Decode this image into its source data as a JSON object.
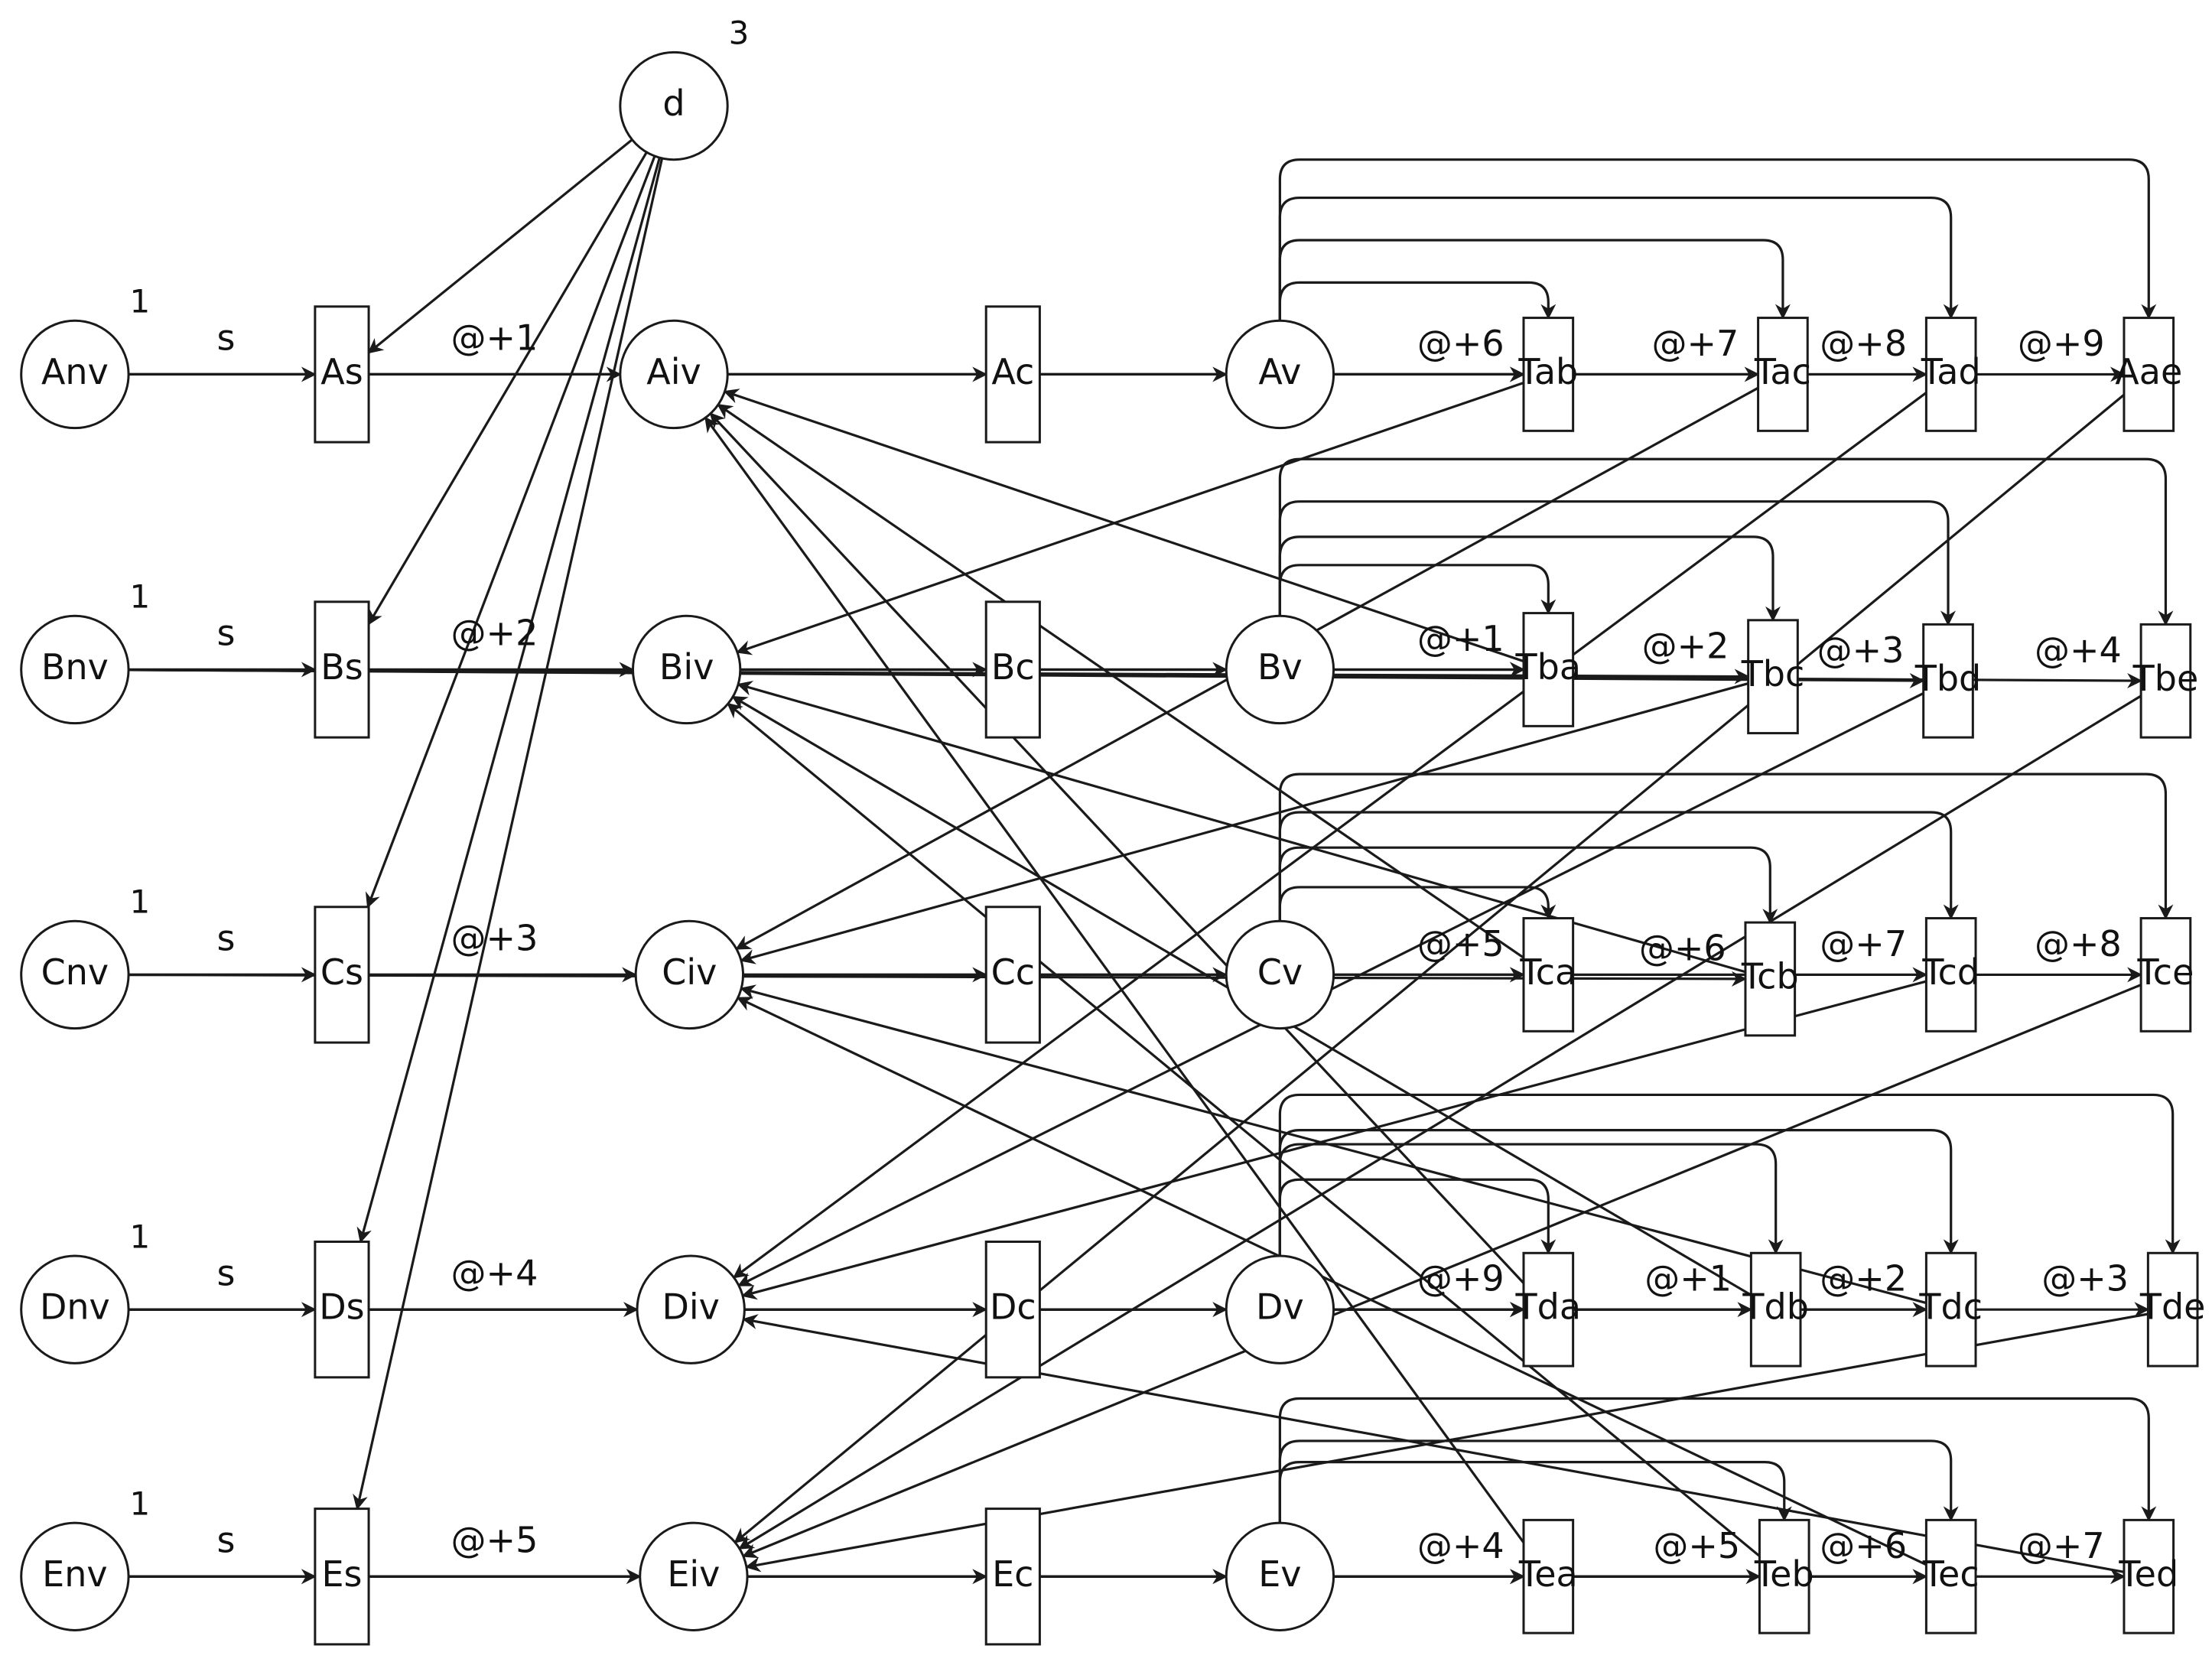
{
  "colors": {
    "line": "#1a1a1a",
    "node_fill": "#ffffff",
    "text": "#111111",
    "background": "#ffffff"
  },
  "places": [
    {
      "id": "d",
      "label": "d",
      "marking": "3"
    },
    {
      "id": "Anv",
      "label": "Anv",
      "marking": "1"
    },
    {
      "id": "Bnv",
      "label": "Bnv",
      "marking": "1"
    },
    {
      "id": "Cnv",
      "label": "Cnv",
      "marking": "1"
    },
    {
      "id": "Dnv",
      "label": "Dnv",
      "marking": "1"
    },
    {
      "id": "Env",
      "label": "Env",
      "marking": "1"
    },
    {
      "id": "Aiv",
      "label": "Aiv"
    },
    {
      "id": "Biv",
      "label": "Biv"
    },
    {
      "id": "Civ",
      "label": "Civ"
    },
    {
      "id": "Div",
      "label": "Div"
    },
    {
      "id": "Eiv",
      "label": "Eiv"
    },
    {
      "id": "Av",
      "label": "Av"
    },
    {
      "id": "Bv",
      "label": "Bv"
    },
    {
      "id": "Cv",
      "label": "Cv"
    },
    {
      "id": "Dv",
      "label": "Dv"
    },
    {
      "id": "Ev",
      "label": "Ev"
    }
  ],
  "transitions": [
    {
      "id": "As",
      "label": "As"
    },
    {
      "id": "Bs",
      "label": "Bs"
    },
    {
      "id": "Cs",
      "label": "Cs"
    },
    {
      "id": "Ds",
      "label": "Ds"
    },
    {
      "id": "Es",
      "label": "Es"
    },
    {
      "id": "Ac",
      "label": "Ac"
    },
    {
      "id": "Bc",
      "label": "Bc"
    },
    {
      "id": "Cc",
      "label": "Cc"
    },
    {
      "id": "Dc",
      "label": "Dc"
    },
    {
      "id": "Ec",
      "label": "Ec"
    },
    {
      "id": "Tab",
      "label": "Tab"
    },
    {
      "id": "Tac",
      "label": "Tac"
    },
    {
      "id": "Tad",
      "label": "Tad"
    },
    {
      "id": "Aae",
      "label": "Aae"
    },
    {
      "id": "Tba",
      "label": "Tba"
    },
    {
      "id": "Tbc",
      "label": "Tbc"
    },
    {
      "id": "Tbd",
      "label": "Tbd"
    },
    {
      "id": "Tbe",
      "label": "Tbe"
    },
    {
      "id": "Tca",
      "label": "Tca"
    },
    {
      "id": "Tcb",
      "label": "Tcb"
    },
    {
      "id": "Tcd",
      "label": "Tcd"
    },
    {
      "id": "Tce",
      "label": "Tce"
    },
    {
      "id": "Tda",
      "label": "Tda"
    },
    {
      "id": "Tdb",
      "label": "Tdb"
    },
    {
      "id": "Tdc",
      "label": "Tdc"
    },
    {
      "id": "Tde",
      "label": "Tde"
    },
    {
      "id": "Tea",
      "label": "Tea"
    },
    {
      "id": "Teb",
      "label": "Teb"
    },
    {
      "id": "Tec",
      "label": "Tec"
    },
    {
      "id": "Ted",
      "label": "Ted"
    }
  ],
  "edge_labels": {
    "s_a": "s",
    "s_b": "s",
    "s_c": "s",
    "s_d": "s",
    "s_e": "s",
    "as_aiv": "@+1",
    "bs_biv": "@+2",
    "cs_civ": "@+3",
    "ds_div": "@+4",
    "es_eiv": "@+5",
    "tab": "@+6",
    "tac": "@+7",
    "tad": "@+8",
    "aae": "@+9",
    "tba": "@+1",
    "tbc": "@+2",
    "tbd": "@+3",
    "tbe": "@+4",
    "tca": "@+5",
    "tcb": "@+6",
    "tcd": "@+7",
    "tce": "@+8",
    "tda": "@+9",
    "tdb": "@+1",
    "tdc": "@+2",
    "tde": "@+3",
    "tea": "@+4",
    "teb": "@+5",
    "tec": "@+6",
    "ted": "@+7"
  }
}
